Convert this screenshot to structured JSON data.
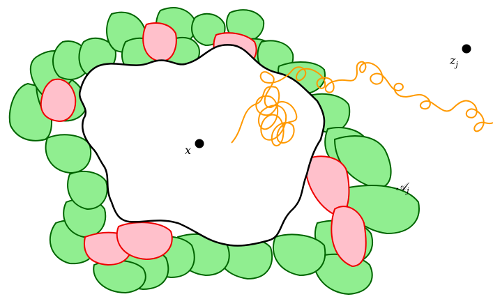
{
  "labels": {
    "x": "x",
    "z": "z",
    "z_sub": "j",
    "a": "𝒜",
    "a_sub": "j"
  },
  "colors": {
    "cell_fill": "#90ee90",
    "cell_stroke": "#006400",
    "highlight_fill": "#ffc0cb",
    "highlight_stroke": "#ee0000",
    "domain_fill": "#ffffff",
    "domain_stroke": "#000000",
    "path_stroke": "#ff9900",
    "point": "#000000"
  }
}
